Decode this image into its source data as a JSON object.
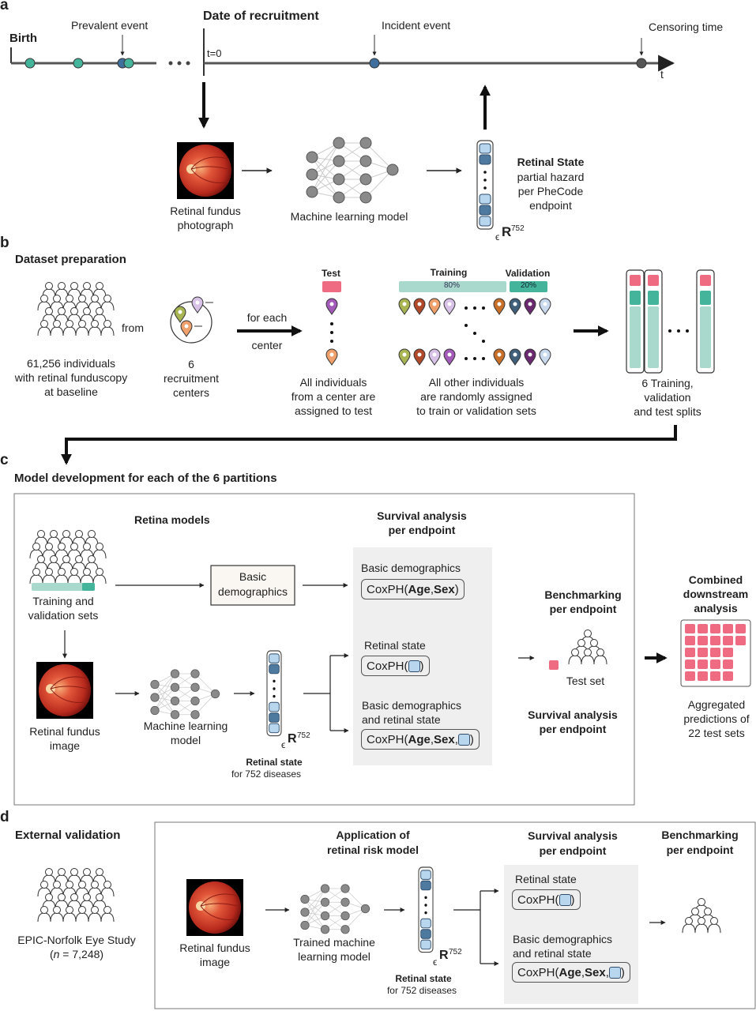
{
  "panels": {
    "a": "a",
    "b": "b",
    "c": "c",
    "d": "d"
  },
  "a": {
    "birth": "Birth",
    "prevalent": "Prevalent event",
    "recruitment": "Date of recruitment",
    "t0": "t=0",
    "incident": "Incident event",
    "censoring": "Censoring time",
    "t": "t",
    "fundus_1": "Retinal fundus",
    "fundus_2": "photograph",
    "ml": "Machine learning model",
    "state_title": "Retinal State",
    "state_1": "partial hazard",
    "state_2": "per PheCode",
    "state_3": "endpoint",
    "epsilon": "ϵ",
    "R": "R",
    "dim": "752"
  },
  "b": {
    "title": "Dataset preparation",
    "pop_1": "61,256 individuals",
    "pop_2": "with retinal funduscopy",
    "pop_3": "at baseline",
    "from": "from",
    "centers_1": "6",
    "centers_2": "recruitment",
    "centers_3": "centers",
    "foreach_1": "for each",
    "foreach_2": "center",
    "test": "Test",
    "training": "Training",
    "validation": "Validation",
    "pct_train": "80%",
    "pct_val": "20%",
    "test_desc_1": "All individuals",
    "test_desc_2": "from a center are",
    "test_desc_3": "assigned to test",
    "other_1": "All other individuals",
    "other_2": "are randomly assigned",
    "other_3": "to train or validation sets",
    "splits_1": "6 Training,",
    "splits_2": "validation",
    "splits_3": "and test splits"
  },
  "c": {
    "title": "Model development for each of the 6 partitions",
    "retina_models": "Retina models",
    "survival_1": "Survival analysis",
    "survival_2": "per endpoint",
    "tv_1": "Training and",
    "tv_2": "validation sets",
    "basic_box_1": "Basic",
    "basic_box_2": "demographics",
    "basic_label": "Basic demographics",
    "cox_prefix": "CoxPH(",
    "age": "Age",
    "sex": "Sex",
    "comma": ", ",
    "close": ")",
    "retinal_label": "Retinal state",
    "both_1": "Basic demographics",
    "both_2": "and retinal state",
    "fundus_1": "Retinal fundus",
    "fundus_2": "image",
    "ml_1": "Machine learning",
    "ml_2": "model",
    "epsilon": "ϵ",
    "R": "R",
    "dim": "752",
    "state_1": "Retinal state",
    "state_2": "for 752 diseases",
    "bench_1": "Benchmarking",
    "bench_2": "per endpoint",
    "test_set": "Test set",
    "surv2_1": "Survival analysis",
    "surv2_2": "per endpoint",
    "comb_1": "Combined",
    "comb_2": "downstream",
    "comb_3": "analysis",
    "agg_1": "Aggregated",
    "agg_2": "predictions of",
    "agg_3": "22 test sets"
  },
  "d": {
    "title": "External validation",
    "study_1": "EPIC-Norfolk Eye Study",
    "study_n": "n",
    "study_rest": " = 7,248)",
    "study_open": "(",
    "app_1": "Application of",
    "app_2": "retinal risk model",
    "surv_1": "Survival analysis",
    "surv_2": "per endpoint",
    "bench_1": "Benchmarking",
    "bench_2": "per endpoint",
    "fundus_1": "Retinal fundus",
    "fundus_2": "image",
    "ml_1": "Trained machine",
    "ml_2": "learning model",
    "epsilon": "ϵ",
    "R": "R",
    "dim": "752",
    "state_1": "Retinal state",
    "state_2": "for 752 diseases",
    "retinal_label": "Retinal state",
    "both_1": "Basic demographics",
    "both_2": "and retinal state",
    "cox_prefix": "CoxPH(",
    "age": "Age",
    "sex": "Sex",
    "comma": ", ",
    "close": ")"
  },
  "colors": {
    "teal": "#5fbfa6",
    "teal_light": "#a9d8cc",
    "pink": "#ee6b82",
    "node": "#8a8a8a",
    "dot_teal": "#44b49a",
    "dot_blue": "#3f6f9c",
    "line": "#555555"
  }
}
